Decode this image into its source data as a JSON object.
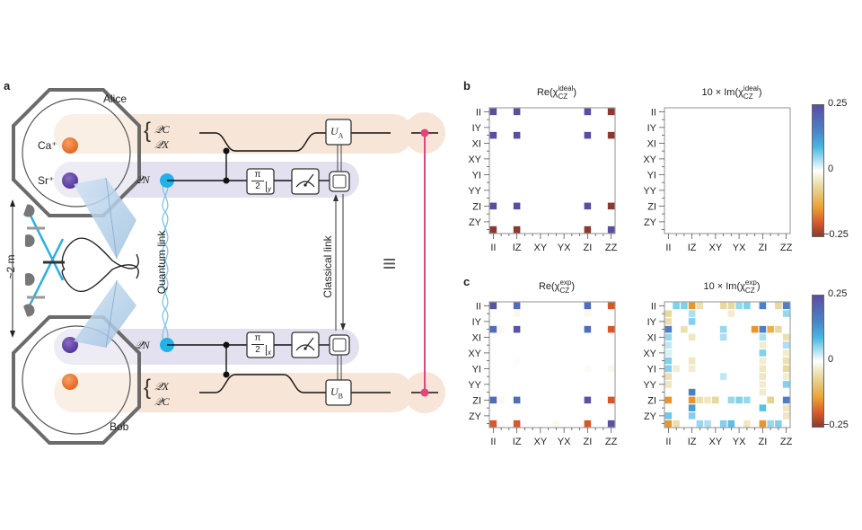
{
  "panels": {
    "a": {
      "label": "a",
      "alice": "Alice",
      "bob": "Bob",
      "ion_ca": "Ca⁺",
      "ion_sr": "Sr⁺",
      "q_c": "𝒬C",
      "q_x": "𝒬X",
      "q_n": "𝒬N",
      "gate_pi2_y": {
        "num": "π",
        "den": "2",
        "axis": "y"
      },
      "gate_pi2_x": {
        "num": "π",
        "den": "2",
        "axis": "x"
      },
      "u_a": {
        "main": "U",
        "sub": "A"
      },
      "u_b": {
        "main": "U",
        "sub": "B"
      },
      "quantum_link": "Quantum link",
      "classical_link": "Classical link",
      "distance": "~2 m",
      "equiv": "≡",
      "colors": {
        "orange_band": "#f7e6d8",
        "purple_band": "#e3e1ef",
        "ca_ion": "#ee7a35",
        "sr_ion": "#6a4ba8",
        "photon": "#20b3e8",
        "cz_line": "#e0457b"
      }
    },
    "b": {
      "label": "b"
    },
    "c": {
      "label": "c"
    }
  },
  "chart_data": [
    {
      "type": "heatmap",
      "id": "b-re-ideal",
      "title": "Re(χ_CZ^ideal)",
      "title_parts": {
        "prefix": "Re(χ",
        "sup": "ideal",
        "sub": "CZ",
        "suffix": ")"
      },
      "size": 16,
      "ytick_labels": {
        "0": "II",
        "2": "IY",
        "4": "XI",
        "6": "XY",
        "8": "YI",
        "10": "YY",
        "12": "ZI",
        "14": "ZY"
      },
      "xtick_labels": {
        "0": "II",
        "3": "IZ",
        "6": "XY",
        "9": "YX",
        "12": "ZI",
        "15": "ZZ"
      },
      "vlim": [
        -0.25,
        0.25
      ],
      "cells": [
        [
          0,
          0,
          0.25
        ],
        [
          0,
          3,
          0.25
        ],
        [
          0,
          12,
          0.25
        ],
        [
          0,
          15,
          -0.25
        ],
        [
          3,
          0,
          0.25
        ],
        [
          3,
          3,
          0.25
        ],
        [
          3,
          12,
          0.25
        ],
        [
          3,
          15,
          -0.25
        ],
        [
          12,
          0,
          0.25
        ],
        [
          12,
          3,
          0.25
        ],
        [
          12,
          12,
          0.25
        ],
        [
          12,
          15,
          -0.25
        ],
        [
          15,
          0,
          -0.25
        ],
        [
          15,
          3,
          -0.25
        ],
        [
          15,
          12,
          -0.25
        ],
        [
          15,
          15,
          0.25
        ]
      ]
    },
    {
      "type": "heatmap",
      "id": "b-im-ideal",
      "title": "10 × Im(χ_CZ^ideal)",
      "title_parts": {
        "prefix": "10 × Im(χ",
        "sup": "ideal",
        "sub": "CZ",
        "suffix": ")"
      },
      "size": 16,
      "ytick_labels": {
        "0": "II",
        "2": "IY",
        "4": "XI",
        "6": "XY",
        "8": "YI",
        "10": "YY",
        "12": "ZI",
        "14": "ZY"
      },
      "xtick_labels": {
        "0": "II",
        "3": "IZ",
        "6": "XY",
        "9": "YX",
        "12": "ZI",
        "15": "ZZ"
      },
      "vlim": [
        -0.25,
        0.25
      ],
      "cells": []
    },
    {
      "type": "heatmap",
      "id": "c-re-exp",
      "title": "Re(χ_CZ^exp)",
      "title_parts": {
        "prefix": "Re(χ",
        "sup": "exp",
        "sub": "CZ",
        "suffix": ")"
      },
      "size": 16,
      "ytick_labels": {
        "0": "II",
        "2": "IY",
        "4": "XI",
        "6": "XY",
        "8": "YI",
        "10": "YY",
        "12": "ZI",
        "14": "ZY"
      },
      "xtick_labels": {
        "0": "II",
        "3": "IZ",
        "6": "XY",
        "9": "YX",
        "12": "ZI",
        "15": "ZZ"
      },
      "vlim": [
        -0.25,
        0.25
      ],
      "cells": [
        [
          0,
          0,
          0.24
        ],
        [
          0,
          3,
          0.19
        ],
        [
          0,
          12,
          0.19
        ],
        [
          0,
          15,
          -0.2
        ],
        [
          3,
          0,
          0.19
        ],
        [
          3,
          3,
          0.24
        ],
        [
          3,
          12,
          0.19
        ],
        [
          3,
          15,
          -0.2
        ],
        [
          12,
          0,
          0.19
        ],
        [
          12,
          3,
          0.19
        ],
        [
          12,
          12,
          0.24
        ],
        [
          12,
          15,
          -0.2
        ],
        [
          15,
          0,
          -0.2
        ],
        [
          15,
          3,
          -0.2
        ],
        [
          15,
          12,
          -0.2
        ],
        [
          15,
          15,
          0.24
        ],
        [
          1,
          3,
          -0.01
        ],
        [
          1,
          12,
          -0.01
        ],
        [
          3,
          1,
          -0.01
        ],
        [
          12,
          1,
          -0.01
        ],
        [
          8,
          15,
          -0.01
        ],
        [
          15,
          8,
          -0.01
        ],
        [
          7,
          3,
          -0.005
        ],
        [
          8,
          12,
          -0.008
        ]
      ]
    },
    {
      "type": "heatmap",
      "id": "c-im-exp",
      "title": "10 × Im(χ_CZ^exp)",
      "title_parts": {
        "prefix": "10 × Im(χ",
        "sup": "exp",
        "sub": "CZ",
        "suffix": ")"
      },
      "size": 16,
      "ytick_labels": {
        "0": "II",
        "2": "IY",
        "4": "XI",
        "6": "XY",
        "8": "YI",
        "10": "YY",
        "12": "ZI",
        "14": "ZY"
      },
      "xtick_labels": {
        "0": "II",
        "3": "IZ",
        "6": "XY",
        "9": "YX",
        "12": "ZI",
        "15": "ZZ"
      },
      "vlim": [
        -0.25,
        0.25
      ],
      "cells": [
        [
          0,
          1,
          0.06
        ],
        [
          0,
          2,
          0.06
        ],
        [
          0,
          3,
          -0.15
        ],
        [
          0,
          4,
          -0.05
        ],
        [
          0,
          7,
          -0.06
        ],
        [
          0,
          8,
          -0.06
        ],
        [
          0,
          9,
          0.05
        ],
        [
          0,
          10,
          0.06
        ],
        [
          0,
          12,
          0.16
        ],
        [
          0,
          14,
          -0.06
        ],
        [
          0,
          15,
          0.16
        ],
        [
          1,
          0,
          -0.06
        ],
        [
          1,
          3,
          0.04
        ],
        [
          1,
          8,
          -0.03
        ],
        [
          1,
          15,
          0.05
        ],
        [
          2,
          0,
          -0.05
        ],
        [
          2,
          3,
          0.06
        ],
        [
          3,
          0,
          0.16
        ],
        [
          3,
          2,
          -0.05
        ],
        [
          3,
          7,
          0.05
        ],
        [
          3,
          11,
          -0.15
        ],
        [
          3,
          12,
          0.16
        ],
        [
          3,
          13,
          -0.12
        ],
        [
          3,
          14,
          -0.06
        ],
        [
          4,
          0,
          0.05
        ],
        [
          4,
          3,
          -0.04
        ],
        [
          4,
          7,
          0.04
        ],
        [
          4,
          12,
          0.04
        ],
        [
          4,
          15,
          -0.05
        ],
        [
          5,
          0,
          0.03
        ],
        [
          5,
          12,
          -0.03
        ],
        [
          5,
          15,
          0.04
        ],
        [
          6,
          0,
          0.02
        ],
        [
          6,
          12,
          0.06
        ],
        [
          6,
          15,
          -0.03
        ],
        [
          7,
          0,
          0.06
        ],
        [
          7,
          3,
          -0.04
        ],
        [
          7,
          12,
          -0.03
        ],
        [
          7,
          15,
          -0.05
        ],
        [
          8,
          0,
          0.06
        ],
        [
          8,
          1,
          -0.03
        ],
        [
          8,
          3,
          -0.03
        ],
        [
          8,
          12,
          -0.04
        ],
        [
          8,
          15,
          -0.06
        ],
        [
          9,
          0,
          -0.05
        ],
        [
          9,
          7,
          0.03
        ],
        [
          9,
          12,
          -0.04
        ],
        [
          9,
          15,
          -0.03
        ],
        [
          10,
          0,
          -0.04
        ],
        [
          10,
          12,
          -0.03
        ],
        [
          10,
          15,
          0.06
        ],
        [
          11,
          3,
          0.16
        ],
        [
          11,
          12,
          -0.03
        ],
        [
          12,
          0,
          -0.15
        ],
        [
          12,
          3,
          -0.15
        ],
        [
          12,
          4,
          -0.05
        ],
        [
          12,
          5,
          -0.04
        ],
        [
          12,
          6,
          -0.06
        ],
        [
          12,
          8,
          0.05
        ],
        [
          12,
          9,
          0.06
        ],
        [
          12,
          10,
          0.05
        ],
        [
          12,
          13,
          -0.07
        ],
        [
          12,
          15,
          0.16
        ],
        [
          13,
          3,
          0.12
        ],
        [
          13,
          12,
          0.08
        ],
        [
          13,
          15,
          -0.04
        ],
        [
          14,
          0,
          0.07
        ],
        [
          14,
          3,
          0.06
        ],
        [
          14,
          15,
          -0.04
        ],
        [
          15,
          0,
          -0.15
        ],
        [
          15,
          1,
          -0.05
        ],
        [
          15,
          4,
          0.05
        ],
        [
          15,
          5,
          0.04
        ],
        [
          15,
          7,
          0.06
        ],
        [
          15,
          8,
          0.08
        ],
        [
          15,
          10,
          -0.04
        ],
        [
          15,
          12,
          -0.15
        ],
        [
          15,
          13,
          0.05
        ],
        [
          15,
          14,
          0.06
        ]
      ]
    }
  ],
  "colorbar": {
    "max_label": "0.25",
    "mid_label": "0",
    "min_label": "−0.25"
  }
}
